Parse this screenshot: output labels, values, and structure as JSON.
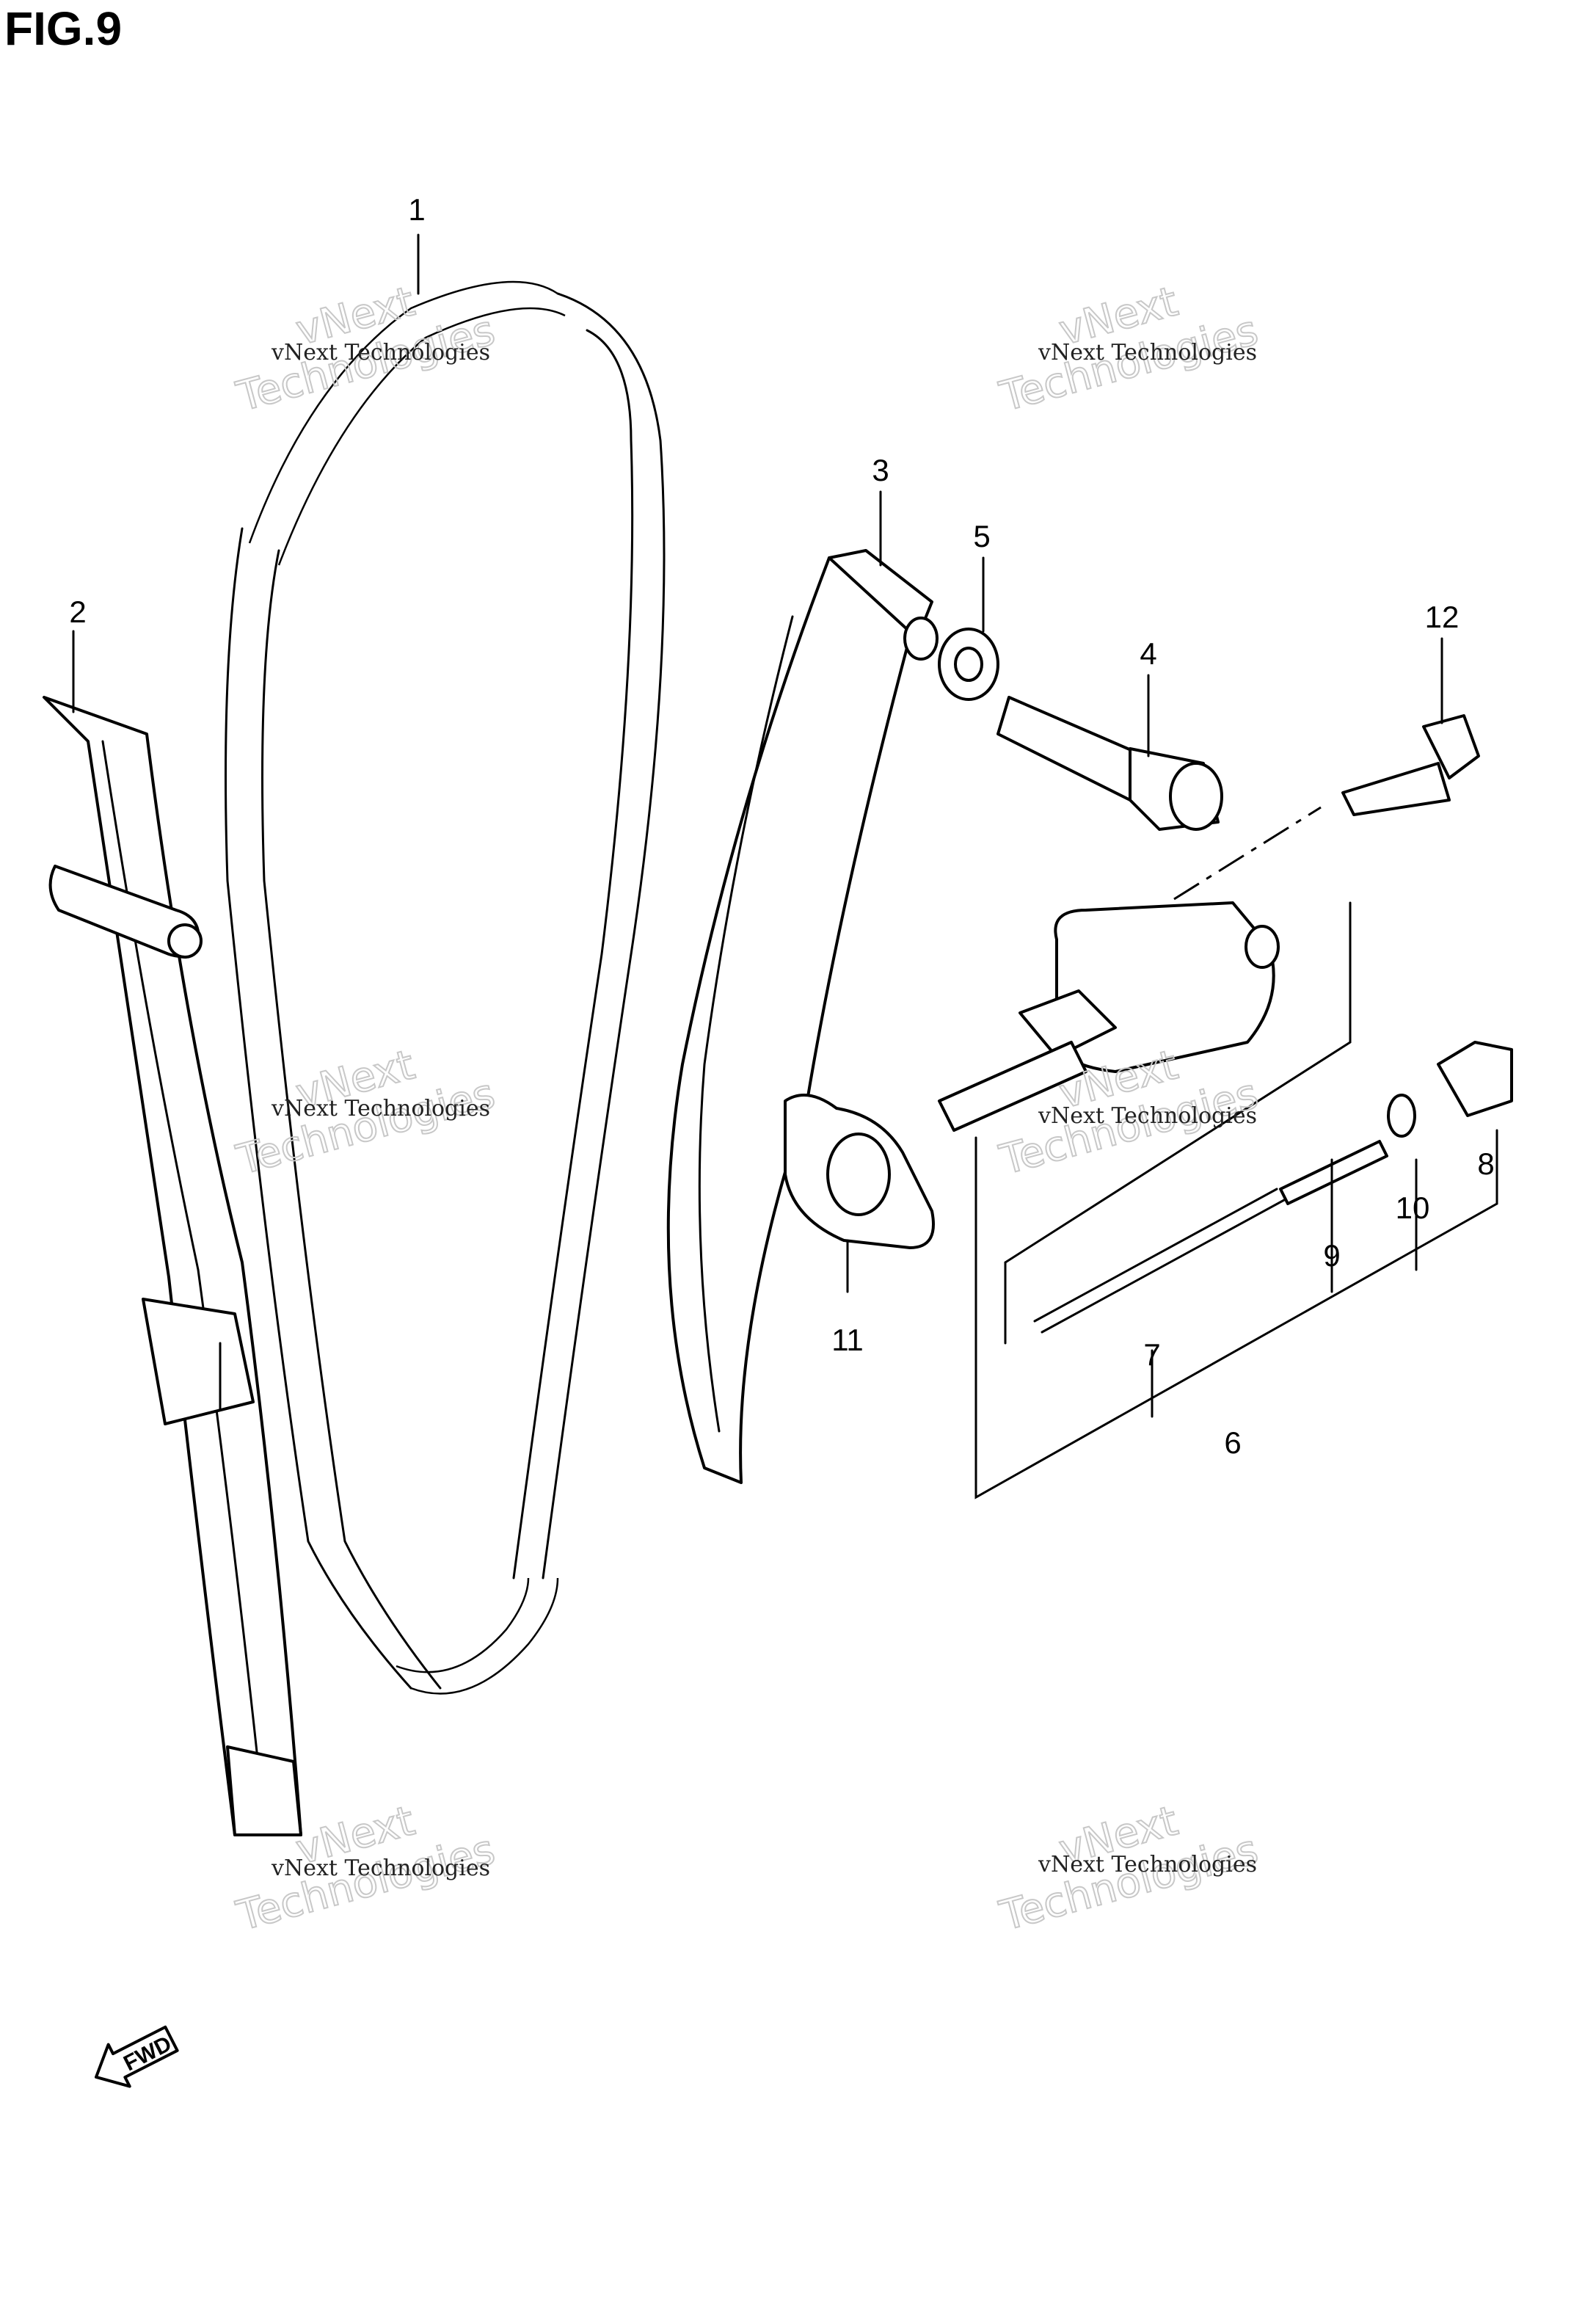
{
  "figure": {
    "title": "FIG.9"
  },
  "callouts": [
    "1",
    "2",
    "3",
    "4",
    "5",
    "6",
    "7",
    "8",
    "9",
    "10",
    "11",
    "12"
  ],
  "watermark": {
    "line1": "vNext Technologies",
    "line2": "vNext",
    "line3": "Technologies"
  },
  "fwd_label": "FWD",
  "parts_icons": {
    "1": "cam-chain",
    "2": "chain-guide",
    "3": "tensioner-arm",
    "4": "bolt",
    "5": "washer",
    "6": "tensioner-assembly",
    "7": "spring",
    "8": "cap-bolt",
    "9": "pin",
    "10": "o-ring",
    "11": "gasket",
    "12": "bolt"
  }
}
